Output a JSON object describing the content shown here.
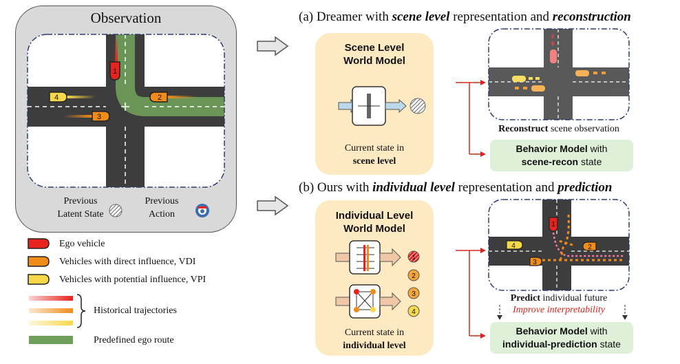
{
  "observation": {
    "title": "Observation",
    "previous_latent_state": [
      "Previous",
      "Latent State"
    ],
    "previous_action": [
      "Previous",
      "Action"
    ],
    "vehicle_labels": [
      "1",
      "2",
      "3",
      "4"
    ]
  },
  "legend": {
    "ego": "Ego vehicle",
    "vdi": "Vehicles with direct influence, VDI",
    "vpi": "Vehicles with potential influence, VPI",
    "historical": "Historical trajectories",
    "route": "Predefined ego route"
  },
  "section_a": {
    "heading_prefix": "(a) Dreamer with ",
    "heading_em1": "scene level",
    "heading_mid": " representation and ",
    "heading_em2": "reconstruction",
    "world_model": [
      "Scene Level",
      "World Model"
    ],
    "state_text": "Current state in",
    "state_bold": "scene level",
    "recon_bold": "Reconstruct",
    "recon_rest": " scene observation",
    "behavior_bold": "Behavior Model",
    "behavior_rest": " with",
    "behavior_line2": "scene-recon",
    "behavior_line2_rest": " state"
  },
  "section_b": {
    "heading_prefix": "(b) Ours with ",
    "heading_em1": "individual level",
    "heading_mid": " representation and ",
    "heading_em2": "prediction",
    "world_model": [
      "Individual Level",
      "World Model"
    ],
    "state_text": "Current state in",
    "state_bold": "individual level",
    "predict_bold": "Predict",
    "predict_rest": " individual future",
    "interpret": "Improve interpretability",
    "behavior_bold": "Behavior Model",
    "behavior_rest": " with",
    "behavior_line2": "individual-prediction",
    "behavior_line2_rest": " state",
    "token_labels": [
      "1",
      "2",
      "3",
      "4"
    ]
  },
  "colors": {
    "ego": "#e8231f",
    "vdi": "#f08c1a",
    "vpi": "#f7d84a",
    "route": "#6f9f5a",
    "road": "#3d3d3d",
    "panel": "#d9d9d9",
    "yellow_box": "#fdeac3",
    "green_box": "#dff0d8",
    "navy_dash": "#2c3e70"
  }
}
